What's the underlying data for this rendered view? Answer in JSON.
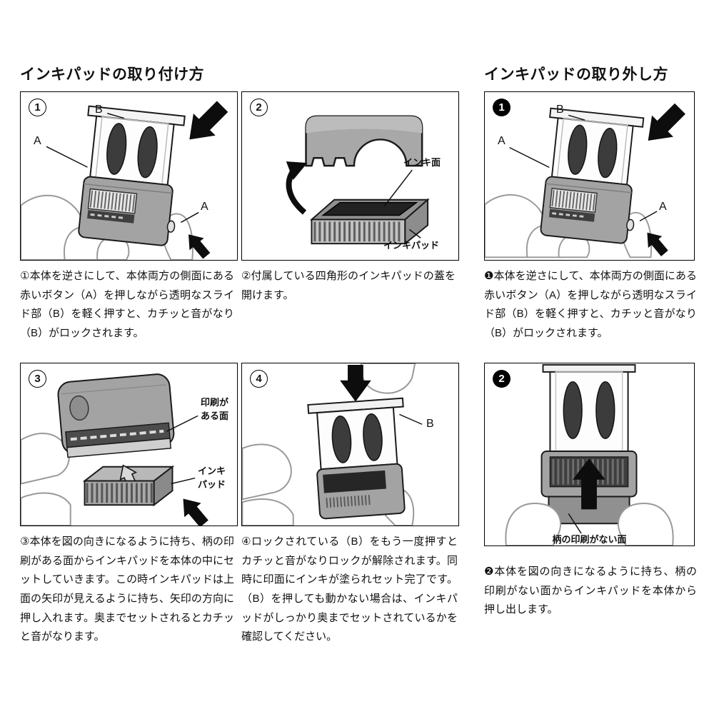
{
  "install": {
    "title": "インキパッドの取り付け方",
    "steps": [
      {
        "num": "1",
        "caption": "①本体を逆さにして、本体両方の側面にある赤いボタン（A）を押しながら透明なスライド部（B）を軽く押すと、カチッと音がなり（B）がロックされます。",
        "labels": {
          "b": "B",
          "a_left": "A",
          "a_right": "A"
        }
      },
      {
        "num": "2",
        "caption": "②付属している四角形のインキパッドの蓋を開けます。",
        "labels": {
          "ink_surface": "インキ面",
          "ink_pad": "インキパッド"
        }
      },
      {
        "num": "3",
        "caption": "③本体を図の向きになるように持ち、柄の印刷がある面からインキパッドを本体の中にセットしていきます。この時インキパッドは上面の矢印が見えるように持ち、矢印の方向に押し入れます。奥までセットされるとカチッと音がなります。",
        "labels": {
          "print_side": "印刷がある面",
          "ink_pad": "インキパッド"
        }
      },
      {
        "num": "4",
        "caption": "④ロックされている（B）をもう一度押すとカチッと音がなりロックが解除されます。同時に印面にインキが塗られセット完了です。（B）を押しても動かない場合は、インキパッドがしっかり奥までセットされているかを確認してください。",
        "labels": {
          "b": "B"
        }
      }
    ]
  },
  "remove": {
    "title": "インキパッドの取り外し方",
    "steps": [
      {
        "num": "1",
        "caption": "❶本体を逆さにして、本体両方の側面にある赤いボタン（A）を押しながら透明なスライド部（B）を軽く押すと、カチッと音がなり（B）がロックされます。",
        "labels": {
          "b": "B",
          "a_left": "A",
          "a_right": "A"
        }
      },
      {
        "num": "2",
        "caption": "❷本体を図の向きになるように持ち、柄の印刷がない面からインキパッドを本体から押し出します。",
        "labels": {
          "no_print_side": "柄の印刷がない面"
        }
      }
    ]
  }
}
